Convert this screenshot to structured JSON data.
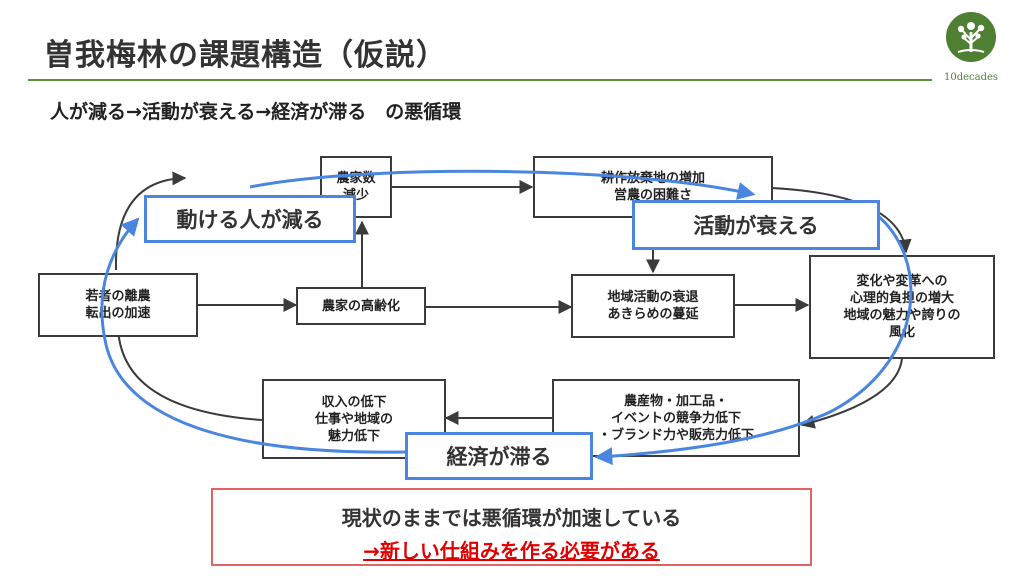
{
  "header": {
    "title": "曽我梅林の課題構造（仮説）",
    "subtitle": "人が減る→活動が衰える→経済が滞る　の悪循環",
    "logo_text": "10decades"
  },
  "nodes": {
    "farm_households": "農家数\n減少",
    "abandoned_land": "耕作放棄地の増加\n営農の困難さ",
    "youth_exodus": "若者の離農\n転出の加速",
    "aging": "農家の高齢化",
    "community_decline": "地域活動の衰退\nあきらめの蔓延",
    "psych_burden": "変化や変革への\n心理的負担の増大\n地域の魅力や誇りの\n風化",
    "income_drop": "収入の低下\n仕事や地域の\n魅力低下",
    "competitiveness": "農産物・加工品・\nイベントの競争力低下\n・ブランド力や販売力低下"
  },
  "cycle": {
    "people": "動ける人が減る",
    "activity": "活動が衰える",
    "economy": "経済が滞る"
  },
  "conclusion": {
    "line1": "現状のままでは悪循環が加速している",
    "line2": "→新しい仕組みを作る必要がある"
  },
  "colors": {
    "accent_green": "#5f8f3e",
    "cycle_blue": "#4a86e0",
    "conclusion_red": "#e00000"
  }
}
